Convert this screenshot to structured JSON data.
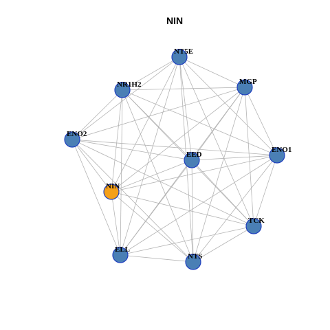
{
  "title": "NIN",
  "colors": {
    "background": "#ffffff",
    "node_default": "#4a7fb5",
    "node_highlight": "#f5a01a",
    "node_border": "#1f3fbf",
    "edge": "#b4b4b4"
  },
  "nodes": [
    {
      "id": "NT5E",
      "label": "NT5E",
      "highlight": false
    },
    {
      "id": "MGP",
      "label": "MGP",
      "highlight": false
    },
    {
      "id": "NR1H2",
      "label": "NR1H2",
      "highlight": false
    },
    {
      "id": "ENO2",
      "label": "ENO2",
      "highlight": false
    },
    {
      "id": "EED",
      "label": "EED",
      "highlight": false
    },
    {
      "id": "ENO1",
      "label": "ENO1",
      "highlight": false
    },
    {
      "id": "NIN",
      "label": "NIN",
      "highlight": true
    },
    {
      "id": "TCK",
      "label": "TCK",
      "highlight": false
    },
    {
      "id": "ELL",
      "label": "ELL",
      "highlight": false
    },
    {
      "id": "NTS",
      "label": "NTS",
      "highlight": false
    }
  ],
  "edges": [
    [
      "NT5E",
      "NR1H2"
    ],
    [
      "NT5E",
      "MGP"
    ],
    [
      "NT5E",
      "ENO2"
    ],
    [
      "NT5E",
      "EED"
    ],
    [
      "NT5E",
      "NIN"
    ],
    [
      "NT5E",
      "TCK"
    ],
    [
      "NT5E",
      "ELL"
    ],
    [
      "NT5E",
      "NTS"
    ],
    [
      "NT5E",
      "ENO1"
    ],
    [
      "MGP",
      "NR1H2"
    ],
    [
      "MGP",
      "ENO2"
    ],
    [
      "MGP",
      "EED"
    ],
    [
      "MGP",
      "NIN"
    ],
    [
      "MGP",
      "TCK"
    ],
    [
      "MGP",
      "ELL"
    ],
    [
      "MGP",
      "NTS"
    ],
    [
      "MGP",
      "ENO1"
    ],
    [
      "NR1H2",
      "ENO2"
    ],
    [
      "NR1H2",
      "EED"
    ],
    [
      "NR1H2",
      "ENO1"
    ],
    [
      "NR1H2",
      "NIN"
    ],
    [
      "NR1H2",
      "TCK"
    ],
    [
      "NR1H2",
      "ELL"
    ],
    [
      "NR1H2",
      "NTS"
    ],
    [
      "ENO2",
      "EED"
    ],
    [
      "ENO2",
      "ENO1"
    ],
    [
      "ENO2",
      "NIN"
    ],
    [
      "ENO2",
      "TCK"
    ],
    [
      "ENO2",
      "ELL"
    ],
    [
      "ENO2",
      "NTS"
    ],
    [
      "EED",
      "ENO1"
    ],
    [
      "EED",
      "NIN"
    ],
    [
      "EED",
      "TCK"
    ],
    [
      "EED",
      "ELL"
    ],
    [
      "EED",
      "NTS"
    ],
    [
      "ENO1",
      "NIN"
    ],
    [
      "ENO1",
      "TCK"
    ],
    [
      "ENO1",
      "ELL"
    ],
    [
      "ENO1",
      "NTS"
    ],
    [
      "NIN",
      "TCK"
    ],
    [
      "NIN",
      "NTS"
    ],
    [
      "NIN",
      "ELL"
    ],
    [
      "TCK",
      "NTS"
    ],
    [
      "TCK",
      "ELL"
    ],
    [
      "ELL",
      "NTS"
    ]
  ]
}
